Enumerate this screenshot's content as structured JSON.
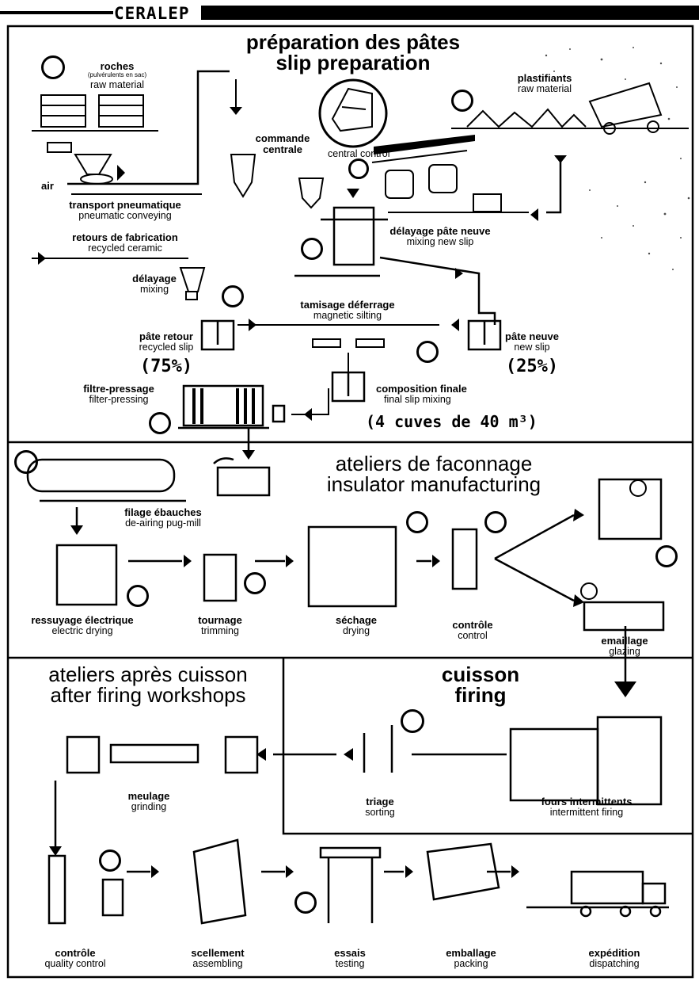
{
  "brand": "CERALEP",
  "sections": {
    "slip": {
      "title_fr": "préparation des pâtes",
      "title_en": "slip preparation"
    },
    "manufacturing": {
      "title_fr": "ateliers de faconnage",
      "title_en": "insulator manufacturing"
    },
    "after_firing": {
      "title_fr": "ateliers après cuisson",
      "title_en": "after firing workshops"
    },
    "firing": {
      "title_fr": "cuisson",
      "title_en": "firing"
    }
  },
  "steps": {
    "roches": {
      "fr": "roches",
      "note": "(pulvérulents en sac)",
      "en": "raw material"
    },
    "plastifiants": {
      "fr": "plastifiants",
      "en": "raw material"
    },
    "commande": {
      "fr": "commande centrale",
      "en": "central control"
    },
    "air": {
      "fr": "air"
    },
    "transport": {
      "fr": "transport pneumatique",
      "en": "pneumatic conveying"
    },
    "retours": {
      "fr": "retours de fabrication",
      "en": "recycled ceramic"
    },
    "delayage_neuve": {
      "fr": "délayage pâte neuve",
      "en": "mixing new slip"
    },
    "delayage": {
      "fr": "délayage",
      "en": "mixing"
    },
    "tamisage": {
      "fr": "tamisage déferrage",
      "en": "magnetic silting"
    },
    "pate_retour": {
      "fr": "pâte retour",
      "en": "recycled slip",
      "pct": "(75%)"
    },
    "pate_neuve": {
      "fr": "pâte neuve",
      "en": "new slip",
      "pct": "(25%)"
    },
    "filtre": {
      "fr": "filtre-pressage",
      "en": "filter-pressing"
    },
    "composition": {
      "fr": "composition finale",
      "en": "final slip mixing",
      "note": "(4 cuves de 40 m³)"
    },
    "filage": {
      "fr": "filage ébauches",
      "en": "de-airing pug-mill"
    },
    "ressuyage": {
      "fr": "ressuyage électrique",
      "en": "electric drying"
    },
    "tournage": {
      "fr": "tournage",
      "en": "trimming"
    },
    "sechage": {
      "fr": "séchage",
      "en": "drying"
    },
    "controle1": {
      "fr": "contrôle",
      "en": "control"
    },
    "emaillage": {
      "fr": "emaillage",
      "en": "glazing"
    },
    "meulage": {
      "fr": "meulage",
      "en": "grinding"
    },
    "triage": {
      "fr": "triage",
      "en": "sorting"
    },
    "fours": {
      "fr": "fours intermittents",
      "en": "intermittent firing"
    },
    "controle2": {
      "fr": "contrôle",
      "en": "quality control"
    },
    "scellement": {
      "fr": "scellement",
      "en": "assembling"
    },
    "essais": {
      "fr": "essais",
      "en": "testing"
    },
    "emballage": {
      "fr": "emballage",
      "en": "packing"
    },
    "expedition": {
      "fr": "expédition",
      "en": "dispatching"
    }
  }
}
